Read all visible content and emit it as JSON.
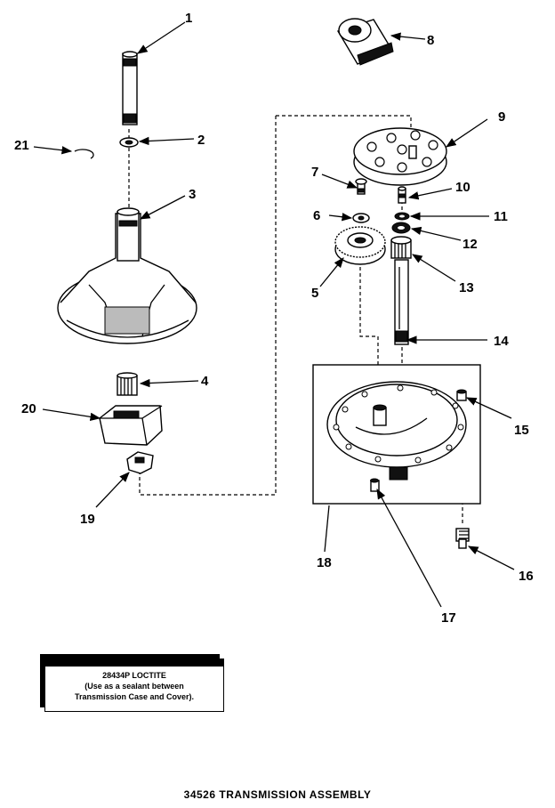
{
  "callouts": {
    "c1": "1",
    "c2": "2",
    "c3": "3",
    "c4": "4",
    "c5": "5",
    "c6": "6",
    "c7": "7",
    "c8": "8",
    "c9": "9",
    "c10": "10",
    "c11": "11",
    "c12": "12",
    "c13": "13",
    "c14": "14",
    "c15": "15",
    "c16": "16",
    "c17": "17",
    "c18": "18",
    "c19": "19",
    "c20": "20",
    "c21": "21"
  },
  "note": {
    "line1": "28434P LOCTITE",
    "line2": "(Use as a sealant between",
    "line3": "Transmission Case and Cover)."
  },
  "footer": {
    "title": "34526 TRANSMISSION ASSEMBLY"
  }
}
